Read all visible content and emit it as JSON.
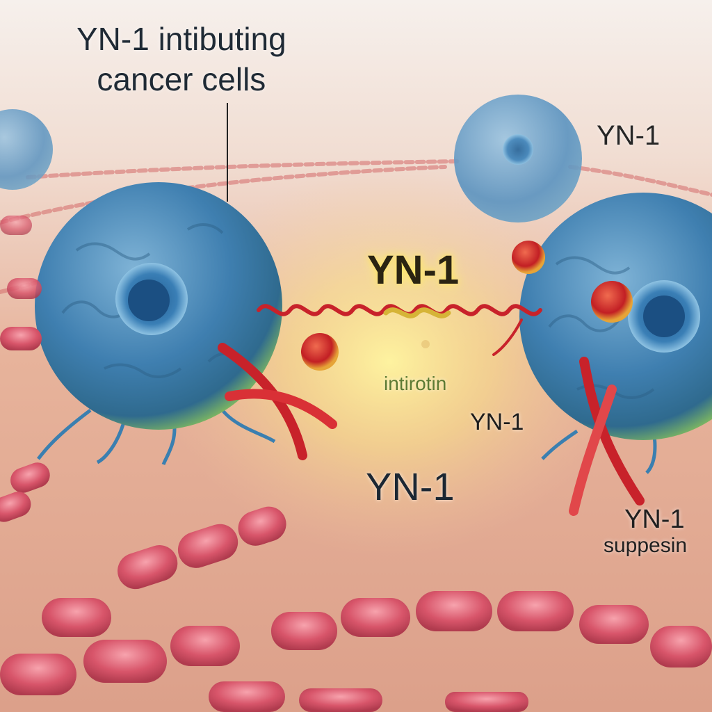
{
  "labels": {
    "title_line1": "YN-1 intibuting",
    "title_line2": "cancer cells",
    "top_right": "YN-1",
    "center": "YN-1",
    "introtin": "intirotin",
    "middle_right": "YN-1",
    "bottom_center": "YN-1",
    "bottom_right": "YN-1",
    "bottom_right_sub": "suppesin"
  },
  "colors": {
    "background": "#e6ad93",
    "cell_blue": "#3f7fb0",
    "cell_glow": "#a6d45a",
    "strand_red": "#c8222a",
    "glow_yellow": "#fff27a",
    "rbc": "#d8556a"
  },
  "icons": [
    "cancer-cell-icon",
    "red-blood-cell-chain-icon",
    "dna-strand-icon",
    "molecule-icon"
  ]
}
